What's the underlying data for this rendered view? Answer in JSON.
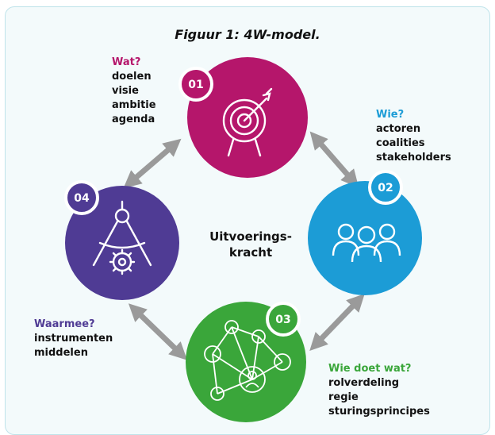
{
  "title": "Figuur 1: 4W-model.",
  "center": {
    "line1": "Uitvoerings-",
    "line2": "kracht"
  },
  "colors": {
    "wat": "#b5166b",
    "wie": "#1c9cd6",
    "wie_doet_wat": "#3aa63a",
    "waarmee": "#4f3b94",
    "arrow": "#9a9a9a"
  },
  "steps": [
    {
      "num": "01",
      "heading": "Wat?",
      "items": [
        "doelen",
        "visie",
        "ambitie",
        "agenda"
      ],
      "icon": "target-icon"
    },
    {
      "num": "02",
      "heading": "Wie?",
      "items": [
        "actoren",
        "coalities",
        "stakeholders"
      ],
      "icon": "people-group-icon"
    },
    {
      "num": "03",
      "heading": "Wie doet wat?",
      "items": [
        "rolverdeling",
        "regie",
        "sturingsprincipes"
      ],
      "icon": "network-icon"
    },
    {
      "num": "04",
      "heading": "Waarmee?",
      "items": [
        "instrumenten",
        "middelen"
      ],
      "icon": "compass-gear-icon"
    }
  ]
}
